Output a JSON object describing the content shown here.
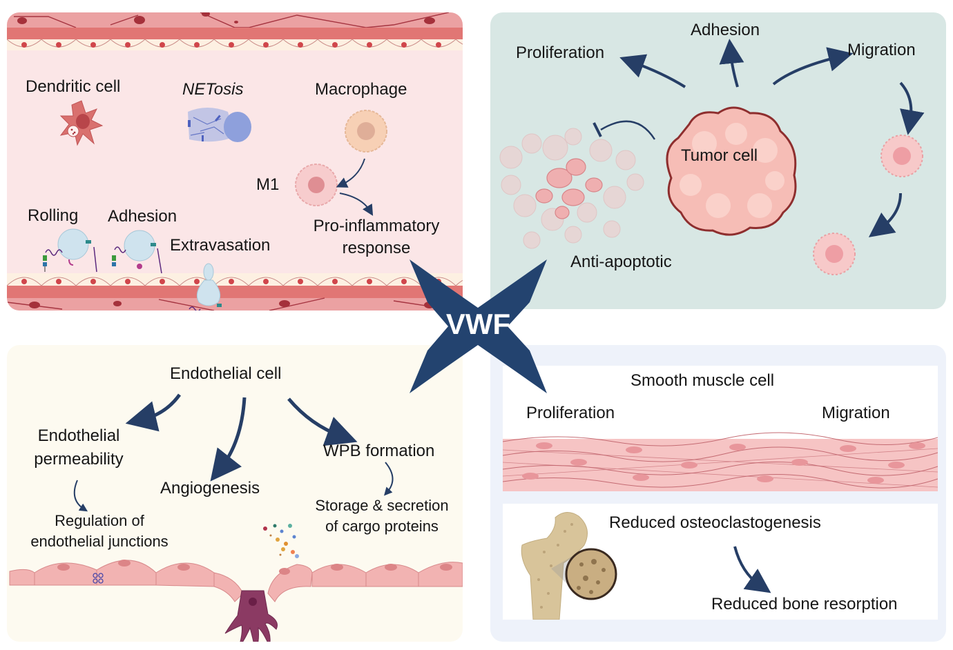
{
  "center": {
    "label": "VWF",
    "color": "#23436f"
  },
  "immune_panel": {
    "labels": {
      "dendritic_cell": "Dendritic cell",
      "netosis": "NETosis",
      "macrophage": "Macrophage",
      "m1": "M1",
      "rolling": "Rolling",
      "adhesion": "Adhesion",
      "extravasation": "Extravasation",
      "pro_inflammatory": "Pro-inflammatory",
      "response": "response"
    }
  },
  "tumor_panel": {
    "labels": {
      "adhesion": "Adhesion",
      "proliferation": "Proliferation",
      "migration": "Migration",
      "tumor_cell": "Tumor cell",
      "anti_apoptotic": "Anti-apoptotic"
    }
  },
  "endothelial_panel": {
    "labels": {
      "endothelial_cell": "Endothelial cell",
      "permeability_line1": "Endothelial",
      "permeability_line2": "permeability",
      "angiogenesis": "Angiogenesis",
      "wpb_formation": "WPB formation",
      "junctions_line1": "Regulation of",
      "junctions_line2": "endothelial junctions",
      "storage_line1": "Storage & secretion",
      "storage_line2": "of cargo proteins"
    }
  },
  "smc_bone_panel": {
    "labels": {
      "smooth_muscle_cell": "Smooth muscle cell",
      "proliferation": "Proliferation",
      "migration": "Migration",
      "osteoclastogenesis": "Reduced osteoclastogenesis",
      "bone_resorption": "Reduced bone resorption"
    }
  },
  "colors": {
    "arrow": "#263e66",
    "immune_bg": "#fbe6e7",
    "tumor_bg": "#d8e7e4",
    "endo_bg": "#fdfaf0",
    "smc_bg": "#eef2fa"
  }
}
